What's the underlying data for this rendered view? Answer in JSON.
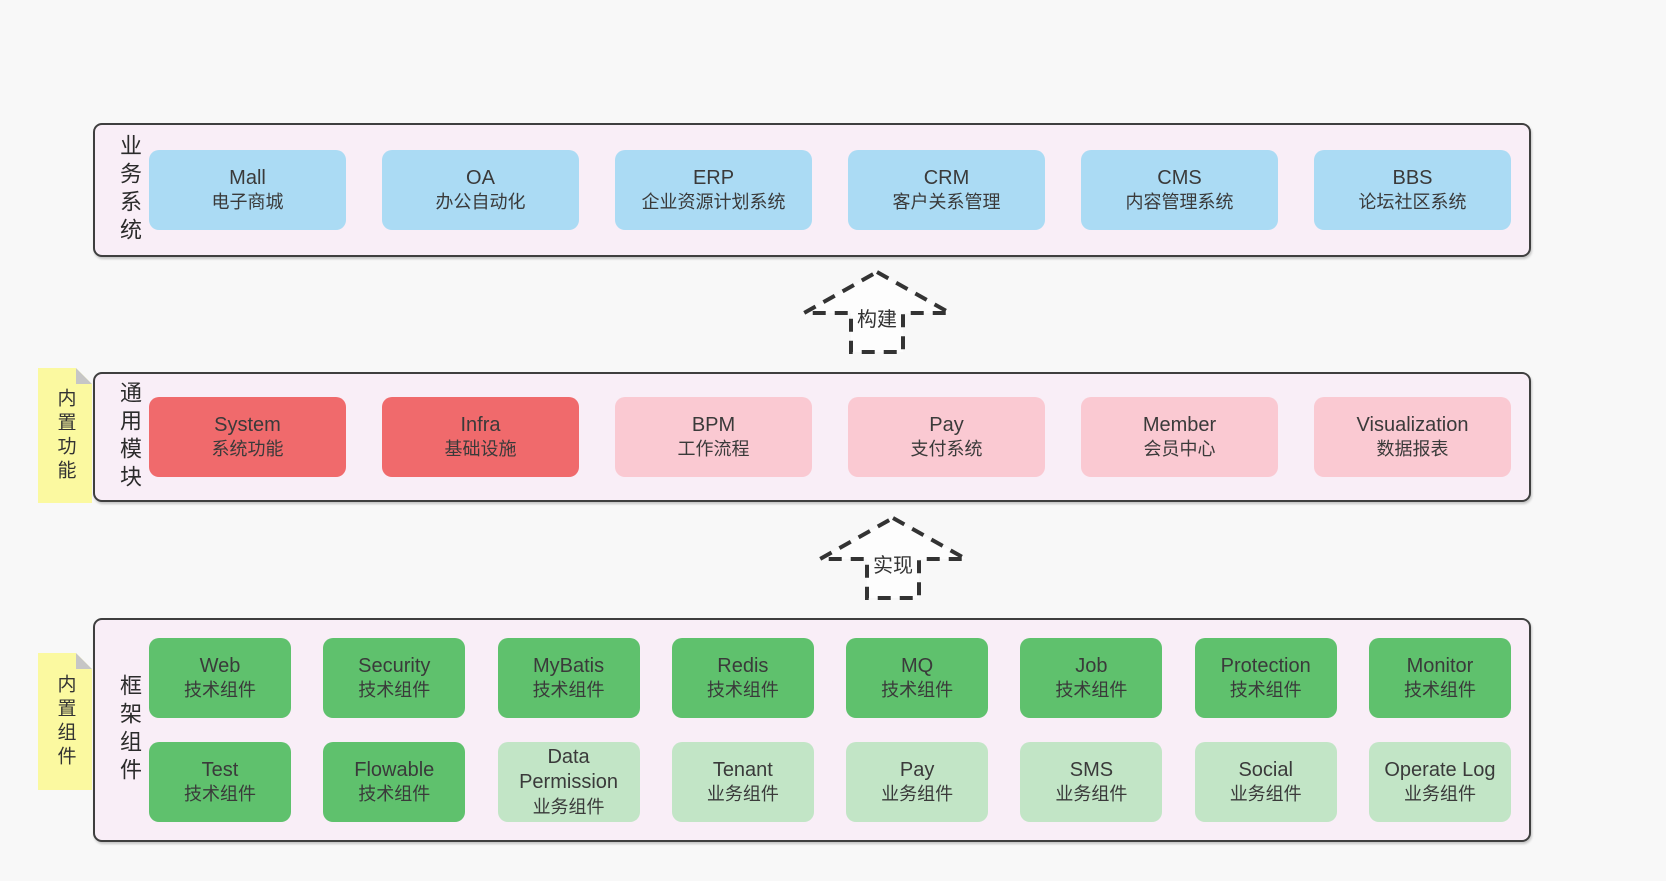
{
  "colors": {
    "page_bg": "#f8f8f8",
    "band_bg": "#f9eef7",
    "band_border": "#3f3f3f",
    "blue": "#abdbf4",
    "red": "#f06a6c",
    "pink": "#fac9d2",
    "green": "#5fc16d",
    "light_green": "#c2e5c6",
    "note_yellow": "#fbf9a0",
    "note_fold": "#c6c6c6",
    "text": "#3a3a3a"
  },
  "arrows": [
    {
      "label": "构建"
    },
    {
      "label": "实现"
    }
  ],
  "bands": [
    {
      "label": "业务系统",
      "boxes": [
        {
          "en": "Mall",
          "zh": "电子商城",
          "variant": "blue"
        },
        {
          "en": "OA",
          "zh": "办公自动化",
          "variant": "blue"
        },
        {
          "en": "ERP",
          "zh": "企业资源计划系统",
          "variant": "blue"
        },
        {
          "en": "CRM",
          "zh": "客户关系管理",
          "variant": "blue"
        },
        {
          "en": "CMS",
          "zh": "内容管理系统",
          "variant": "blue"
        },
        {
          "en": "BBS",
          "zh": "论坛社区系统",
          "variant": "blue"
        }
      ]
    },
    {
      "label": "通用模块",
      "note": "内置功能",
      "boxes": [
        {
          "en": "System",
          "zh": "系统功能",
          "variant": "red"
        },
        {
          "en": "Infra",
          "zh": "基础设施",
          "variant": "red"
        },
        {
          "en": "BPM",
          "zh": "工作流程",
          "variant": "pink"
        },
        {
          "en": "Pay",
          "zh": "支付系统",
          "variant": "pink"
        },
        {
          "en": "Member",
          "zh": "会员中心",
          "variant": "pink"
        },
        {
          "en": "Visualization",
          "zh": "数据报表",
          "variant": "pink"
        }
      ]
    },
    {
      "label": "框架组件",
      "note": "内置组件",
      "rows": [
        [
          {
            "en": "Web",
            "zh": "技术组件",
            "variant": "green"
          },
          {
            "en": "Security",
            "zh": "技术组件",
            "variant": "green"
          },
          {
            "en": "MyBatis",
            "zh": "技术组件",
            "variant": "green"
          },
          {
            "en": "Redis",
            "zh": "技术组件",
            "variant": "green"
          },
          {
            "en": "MQ",
            "zh": "技术组件",
            "variant": "green"
          },
          {
            "en": "Job",
            "zh": "技术组件",
            "variant": "green"
          },
          {
            "en": "Protection",
            "zh": "技术组件",
            "variant": "green"
          },
          {
            "en": "Monitor",
            "zh": "技术组件",
            "variant": "green"
          }
        ],
        [
          {
            "en": "Test",
            "zh": "技术组件",
            "variant": "green"
          },
          {
            "en": "Flowable",
            "zh": "技术组件",
            "variant": "green"
          },
          {
            "en": "Data Permission",
            "zh": "业务组件",
            "variant": "lightgreen"
          },
          {
            "en": "Tenant",
            "zh": "业务组件",
            "variant": "lightgreen"
          },
          {
            "en": "Pay",
            "zh": "业务组件",
            "variant": "lightgreen"
          },
          {
            "en": "SMS",
            "zh": "业务组件",
            "variant": "lightgreen"
          },
          {
            "en": "Social",
            "zh": "业务组件",
            "variant": "lightgreen"
          },
          {
            "en": "Operate Log",
            "zh": "业务组件",
            "variant": "lightgreen"
          }
        ]
      ]
    }
  ]
}
